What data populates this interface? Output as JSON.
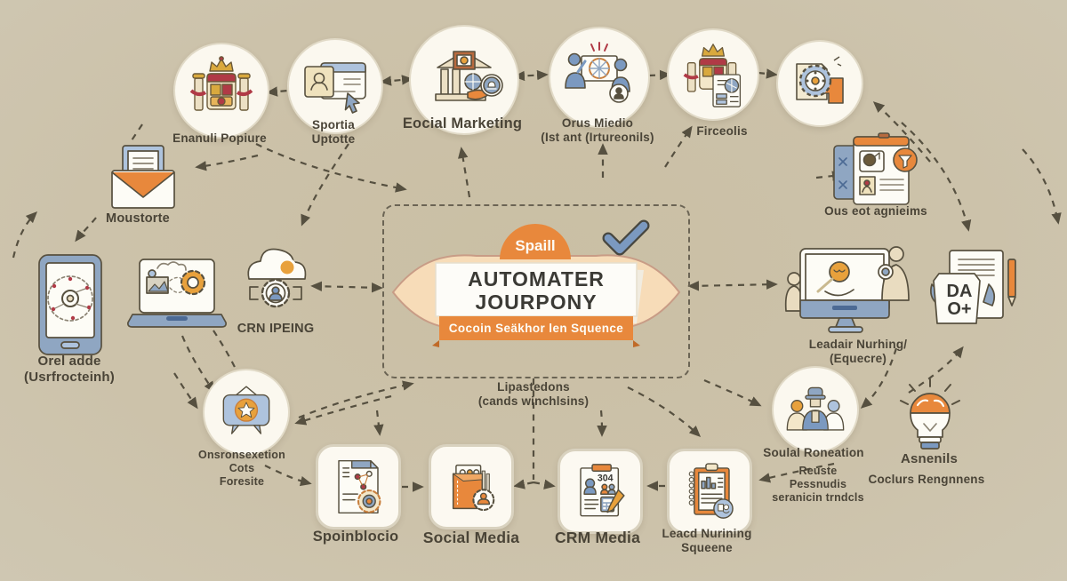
{
  "title": "Automated marketing journey infographic",
  "center": {
    "badge": "Spaill",
    "title_line1": "AUTOMATER",
    "title_line2": "JOURPONY",
    "ribbon": "Cocoin Seäkhor len Squence"
  },
  "labels": {
    "enanuli": "Enanuli Popiure",
    "sportia": "Sportia\nUptotte",
    "eocial": "Eocial Marketing",
    "orus": "Orus Miedio\n(Ist ant (Irtureonils)",
    "firceolis": "Firceolis",
    "ous_eot": "Ous eot agnieims",
    "moustorte": "Moustorte",
    "orel": "Orel adde\n(Usrfrocteinh)",
    "crn": "CRN IPEING",
    "onsron": "Onsronsexetion\nCots\nForesite",
    "leadair": "Leadair Nurhing/\n(Equecre)",
    "soulal": "Soulal Roneation",
    "soulal_sub": "Reuste\nPessnudis\nseranicin trndcls",
    "asnenils": "Asnenils",
    "asnenils_sub": "Coclurs Rengnnens",
    "spoinblocio": "Spoinblocio",
    "social_media": "Social Media",
    "crm_media": "CRM Media",
    "leacd": "Leacd Nurining\nSqueene",
    "lipastedons": "Lipastedons\n(cands winchlsins)"
  },
  "icon_text": {
    "da_line1": "DA",
    "da_line2": "O+",
    "crm_number": "304"
  },
  "colors": {
    "background": "#cbc1a8",
    "accent_orange": "#e8883c",
    "accent_blue": "#7b99c0",
    "banner_peach": "#f7dcb8",
    "outline": "#57503f",
    "label_text": "#4a4437"
  }
}
